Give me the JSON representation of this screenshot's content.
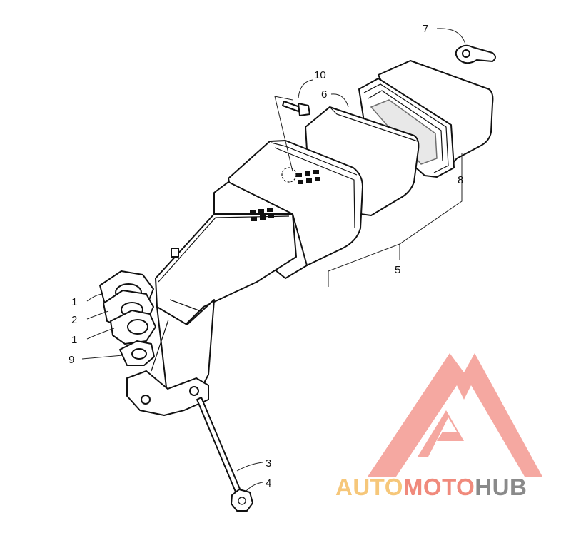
{
  "callouts": [
    {
      "id": "c1a",
      "label": "1"
    },
    {
      "id": "c2",
      "label": "2"
    },
    {
      "id": "c1b",
      "label": "1"
    },
    {
      "id": "c9",
      "label": "9"
    },
    {
      "id": "c3",
      "label": "3"
    },
    {
      "id": "c4",
      "label": "4"
    },
    {
      "id": "c5",
      "label": "5"
    },
    {
      "id": "c6",
      "label": "6"
    },
    {
      "id": "c7",
      "label": "7"
    },
    {
      "id": "c8",
      "label": "8"
    },
    {
      "id": "c10",
      "label": "10"
    }
  ],
  "watermark": {
    "part_auto": "AUTO",
    "part_moto": "MOTO",
    "part_hub": "HUB",
    "colors": {
      "triangle": "#f28b82",
      "auto": "#f6c77a",
      "moto": "#f08a7c",
      "hub": "#8a8a8a"
    }
  }
}
